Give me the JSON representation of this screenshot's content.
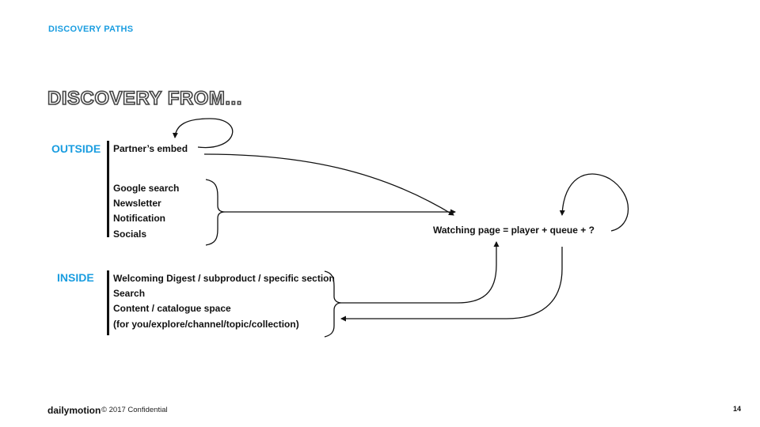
{
  "header": {
    "section_label": "DISCOVERY PATHS"
  },
  "title": "DISCOVERY FROM...",
  "outside": {
    "label": "OUTSIDE",
    "items": [
      "Partner’s embed",
      "Google search",
      "Newsletter",
      "Notification",
      "Socials"
    ]
  },
  "inside": {
    "label": "INSIDE",
    "items": [
      "Welcoming Digest / subproduct / specific section",
      "Search",
      "Content / catalogue space",
      "(for you/explore/channel/topic/collection)"
    ]
  },
  "target": "Watching page = player + queue + ?",
  "footer": {
    "logo": "dailymotion",
    "confidential": "© 2017 Confidential",
    "page_number": "14"
  }
}
